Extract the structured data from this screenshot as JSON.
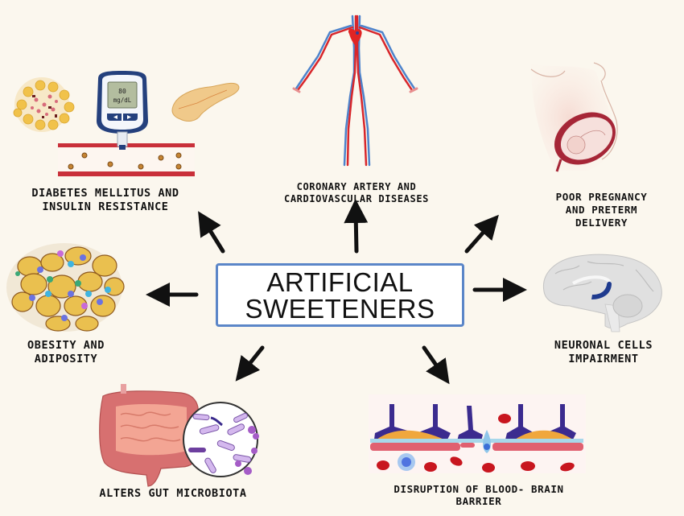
{
  "diagram": {
    "center": {
      "line1": "ARTIFICIAL",
      "line2": "SWEETENERS",
      "border_color": "#5b86c8"
    },
    "effects": [
      {
        "id": "diabetes",
        "label": "DIABETES MELLITUS AND\nINSULIN RESISTANCE",
        "icon": "glucose-meter-pancreas-icon",
        "direction": "up-left"
      },
      {
        "id": "cardio",
        "label": "CORONARY ARTERY AND\nCARDIOVASCULAR DISEASES",
        "icon": "circulatory-system-icon",
        "direction": "up"
      },
      {
        "id": "pregnancy",
        "label": "POOR PREGNANCY\nAND PRETERM\nDELIVERY",
        "icon": "pregnant-womb-icon",
        "direction": "up-right"
      },
      {
        "id": "obesity",
        "label": "OBESITY AND\nADIPOSITY",
        "icon": "fat-cells-icon",
        "direction": "left"
      },
      {
        "id": "neuronal",
        "label": "NEURONAL CELLS\nIMPAIRMENT",
        "icon": "brain-icon",
        "direction": "right"
      },
      {
        "id": "gut",
        "label": "ALTERS GUT MICROBIOTA",
        "icon": "intestine-bacteria-icon",
        "direction": "down-left"
      },
      {
        "id": "bbb",
        "label": "DISRUPTION OF BLOOD- BRAIN\nBARRIER",
        "icon": "blood-brain-barrier-icon",
        "direction": "down-right"
      }
    ],
    "glucose_meter": {
      "value": "80",
      "unit": "mg/dL"
    },
    "colors": {
      "background": "#fbf7ee",
      "artery": "#d8262b",
      "vein": "#2f6fc6",
      "fat": "#e9c35a",
      "brain": "#d9d9d9",
      "barrier_purple": "#3a2a8c"
    }
  }
}
